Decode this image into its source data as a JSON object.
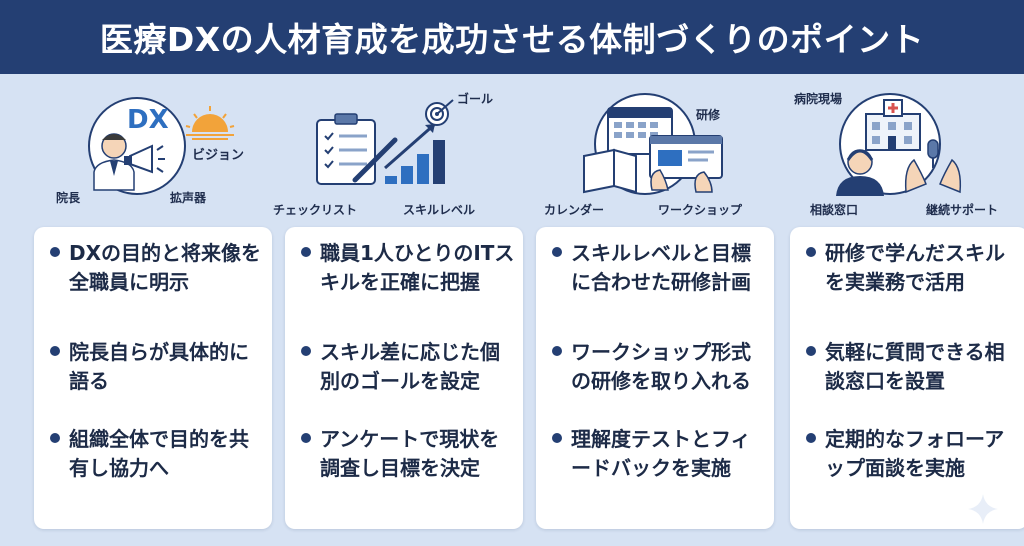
{
  "title": "医療DXの人材育成を成功させる体制づくりのポイント",
  "colors": {
    "navy": "#243f73",
    "background": "#d6e2f3",
    "card": "#ffffff",
    "accent_orange": "#f2a33a"
  },
  "columns": [
    {
      "icon": "director-megaphone-icon",
      "illus_text": "DX",
      "labels": [
        "ビジョン",
        "院長",
        "拡声器"
      ],
      "bullets": [
        "DXの目的と将来像を全職員に明示",
        "院長自らが具体的に語る",
        "組織全体で目的を共有し協力へ"
      ]
    },
    {
      "icon": "checklist-skill-chart-icon",
      "labels": [
        "ゴール",
        "チェックリスト",
        "スキルレベル"
      ],
      "bullets": [
        "職員1人ひとりのITスキルを正確に把握",
        "スキル差に応じた個別のゴールを設定",
        "アンケートで現状を調査し目標を決定"
      ]
    },
    {
      "icon": "calendar-workshop-icon",
      "labels": [
        "研修",
        "カレンダー",
        "ワークショップ"
      ],
      "bullets": [
        "スキルレベルと目標に合わせた研修計画",
        "ワークショップ形式の研修を取り入れる",
        "理解度テストとフィードバックを実施"
      ]
    },
    {
      "icon": "hospital-support-icon",
      "labels": [
        "病院現場",
        "相談窓口",
        "継続サポート"
      ],
      "bullets": [
        "研修で学んだスキルを実業務で活用",
        "気軽に質問できる相談窓口を設置",
        "定期的なフォローアップ面談を実施"
      ]
    }
  ]
}
